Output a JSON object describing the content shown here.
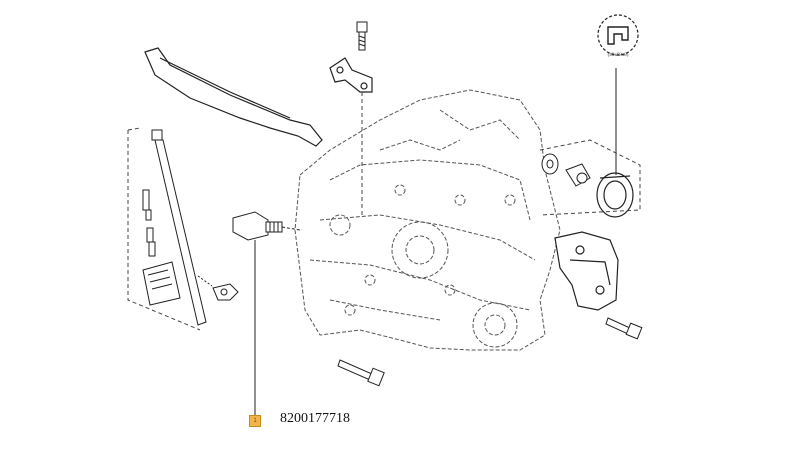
{
  "diagram": {
    "callout": {
      "index": "1",
      "part_number": "8200177718"
    },
    "seal_symbol": {
      "code": "(40x68x8)"
    }
  }
}
